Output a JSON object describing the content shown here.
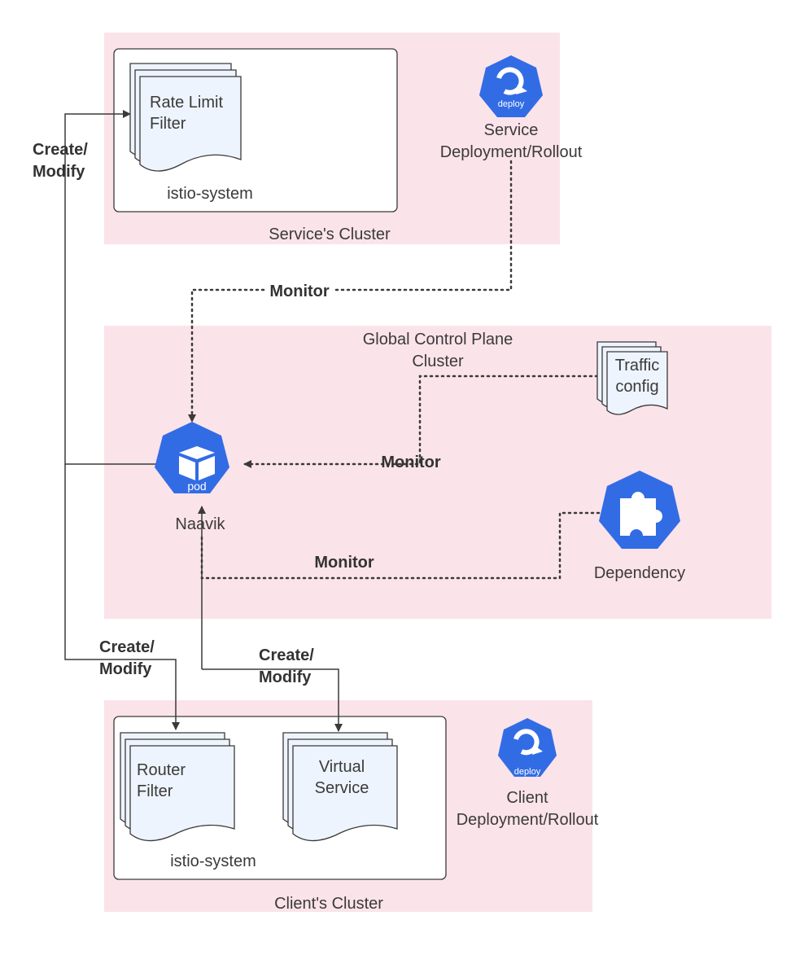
{
  "clusters": {
    "service": "Service's Cluster",
    "global": [
      "Global Control Plane",
      "Cluster"
    ],
    "client": "Client's Cluster"
  },
  "namespaces": {
    "service_ns": "istio-system",
    "client_ns": "istio-system"
  },
  "documents": {
    "rate_limit": [
      "Rate Limit",
      "Filter"
    ],
    "traffic": [
      "Traffic",
      "config"
    ],
    "router": [
      "Router",
      "Filter"
    ],
    "virtual": [
      "Virtual",
      "Service"
    ]
  },
  "icons": {
    "service_deploy": {
      "name": "deploy-icon",
      "text": "deploy"
    },
    "client_deploy": {
      "name": "deploy-icon",
      "text": "deploy"
    },
    "naavik_pod": {
      "name": "pod-icon",
      "text": "pod"
    },
    "dependency": {
      "name": "puzzle-icon"
    }
  },
  "nodes": {
    "service_deploy": [
      "Service",
      "Deployment/Rollout"
    ],
    "client_deploy": [
      "Client",
      "Deployment/Rollout"
    ],
    "naavik": "Naavik",
    "dependency": "Dependency"
  },
  "edges": {
    "create_modify_service": [
      "Create/",
      "Modify"
    ],
    "monitor_service": "Monitor",
    "monitor_traffic": "Monitor",
    "monitor_dependency": "Monitor",
    "create_modify_router": [
      "Create/",
      "Modify"
    ],
    "create_modify_virtual": [
      "Create/",
      "Modify"
    ]
  },
  "colors": {
    "cluster_bg": "#fbe3ea",
    "icon_blue": "#326ce5",
    "doc_fill": "#eef4fd",
    "line": "#3a3a3a"
  }
}
